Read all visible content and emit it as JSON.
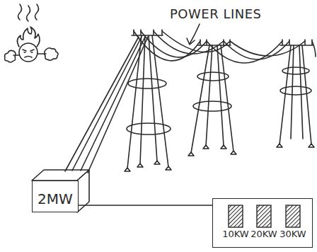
{
  "diagram": {
    "nodes": [
      {
        "text": [
          "2MW"
        ]
      },
      {
        "text": []
      },
      {
        "text": [
          "10KW"
        ],
        "in": 1
      },
      {
        "text": [
          "20KW"
        ],
        "in": 1
      },
      {
        "text": [
          "30KW"
        ],
        "in": 1
      }
    ],
    "edges": [
      {
        "from": 0,
        "to": 1,
        "arrow": "none"
      }
    ],
    "labels": [
      "POWER LINES"
    ]
  }
}
